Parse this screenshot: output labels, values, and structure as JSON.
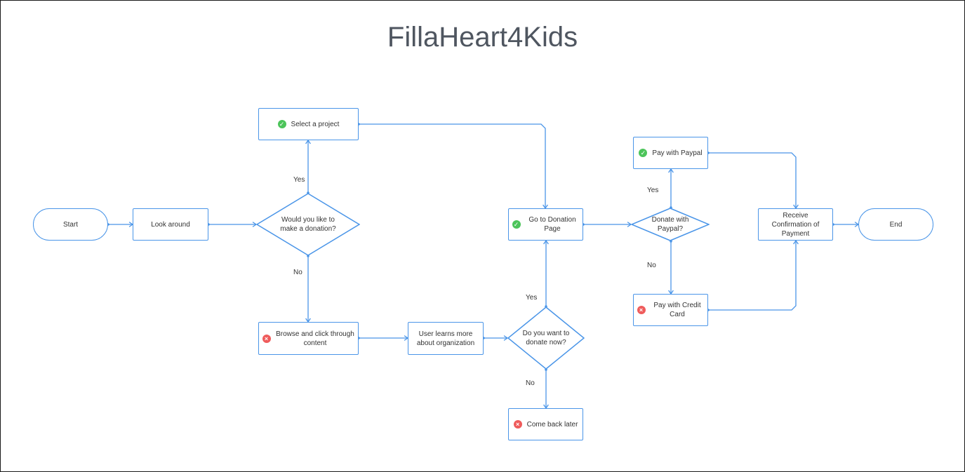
{
  "title": "FillaHeart4Kids",
  "colors": {
    "line": "#4a95e8",
    "success": "#4cc45a",
    "failure": "#ef5b5b",
    "text": "#333333",
    "title": "#4f5660"
  },
  "nodes": {
    "start": {
      "label": "Start",
      "shape": "terminal"
    },
    "look_around": {
      "label": "Look around",
      "shape": "process"
    },
    "would_donate": {
      "label": "Would you like to make a donation?",
      "shape": "decision"
    },
    "select_project": {
      "label": "Select a project",
      "shape": "process",
      "icon": "check-circle-icon"
    },
    "browse": {
      "label": "Browse and click through content",
      "shape": "process",
      "icon": "x-circle-icon"
    },
    "learn_more": {
      "label": "User learns more about organization",
      "shape": "process"
    },
    "donate_now": {
      "label": "Do you want to donate now?",
      "shape": "decision"
    },
    "come_back": {
      "label": "Come back later",
      "shape": "process",
      "icon": "x-circle-icon"
    },
    "donation_page": {
      "label": "Go to Donation Page",
      "shape": "process",
      "icon": "check-circle-icon"
    },
    "donate_paypal": {
      "label": "Donate with Paypal?",
      "shape": "decision"
    },
    "pay_paypal": {
      "label": "Pay with Paypal",
      "shape": "process",
      "icon": "check-circle-icon"
    },
    "pay_card": {
      "label": "Pay with Credit Card",
      "shape": "process",
      "icon": "x-circle-icon"
    },
    "confirmation": {
      "label": "Receive Confirmation of Payment",
      "shape": "process"
    },
    "end": {
      "label": "End",
      "shape": "terminal"
    }
  },
  "edges": [
    {
      "from": "start",
      "to": "look_around"
    },
    {
      "from": "look_around",
      "to": "would_donate"
    },
    {
      "from": "would_donate",
      "to": "select_project",
      "label": "Yes"
    },
    {
      "from": "would_donate",
      "to": "browse",
      "label": "No"
    },
    {
      "from": "select_project",
      "to": "donation_page"
    },
    {
      "from": "browse",
      "to": "learn_more"
    },
    {
      "from": "learn_more",
      "to": "donate_now"
    },
    {
      "from": "donate_now",
      "to": "donation_page",
      "label": "Yes"
    },
    {
      "from": "donate_now",
      "to": "come_back",
      "label": "No"
    },
    {
      "from": "donation_page",
      "to": "donate_paypal"
    },
    {
      "from": "donate_paypal",
      "to": "pay_paypal",
      "label": "Yes"
    },
    {
      "from": "donate_paypal",
      "to": "pay_card",
      "label": "No"
    },
    {
      "from": "pay_paypal",
      "to": "confirmation"
    },
    {
      "from": "pay_card",
      "to": "confirmation"
    },
    {
      "from": "confirmation",
      "to": "end"
    }
  ]
}
